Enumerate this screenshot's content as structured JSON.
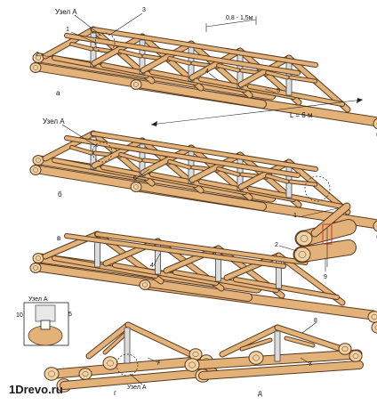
{
  "colors": {
    "log_fill": "#e3b279",
    "log_stroke": "#5a3a1e",
    "log_end": "#f1d2a4",
    "beam_fill": "#dcdcdc",
    "beam_stroke": "#444444",
    "label": "#111111",
    "background": "#ffffff"
  },
  "icons": {
    "magnifier": "dashed-circle-callout"
  },
  "figure": {
    "variants": [
      {
        "id": "a",
        "label": "а"
      },
      {
        "id": "b",
        "label": "б"
      },
      {
        "id": "v",
        "label": "в"
      },
      {
        "id": "g",
        "label": "г"
      },
      {
        "id": "d",
        "label": "д"
      }
    ],
    "node_labels": {
      "uzel_a_1": "Узел А",
      "uzel_a_2": "Узел А",
      "uzel_a_3": "Узел А",
      "uzel_a_4": "Узел А"
    },
    "dimensions": {
      "spacing": "0,8 - 1,5м",
      "span": "L = 6 м"
    },
    "numbers": {
      "n1a": "1",
      "n2a": "2",
      "n3a": "3",
      "n4a": "4",
      "n5a": "5",
      "n6b": "6",
      "n1c": "1",
      "n2c": "2",
      "n9c": "9",
      "n4v": "4",
      "n10": "10",
      "n5d": "5",
      "n7g": "7",
      "n8d": "8",
      "n7d": "7"
    },
    "watermark": "1Drevo.ru"
  }
}
